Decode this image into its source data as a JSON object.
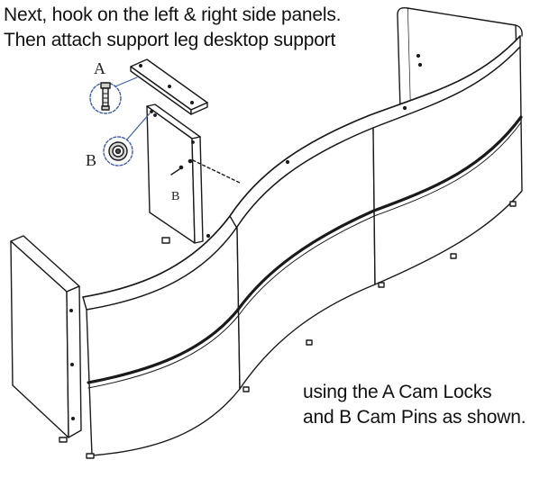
{
  "instructions": {
    "top": [
      "Next, hook on the left & right side panels.",
      "Then attach support leg desktop support"
    ],
    "bottom": [
      "using the A Cam Locks",
      "and B Cam Pins as shown."
    ]
  },
  "callouts": {
    "a_letter": "A",
    "b_letter": "B",
    "leg_label": "B"
  },
  "icons": [
    "cam-lock-icon",
    "cam-pin-icon"
  ],
  "colors": {
    "line": "#1a1a1a",
    "callout_ring": "#3f5fa8",
    "panel_fill": "#ffffff"
  }
}
